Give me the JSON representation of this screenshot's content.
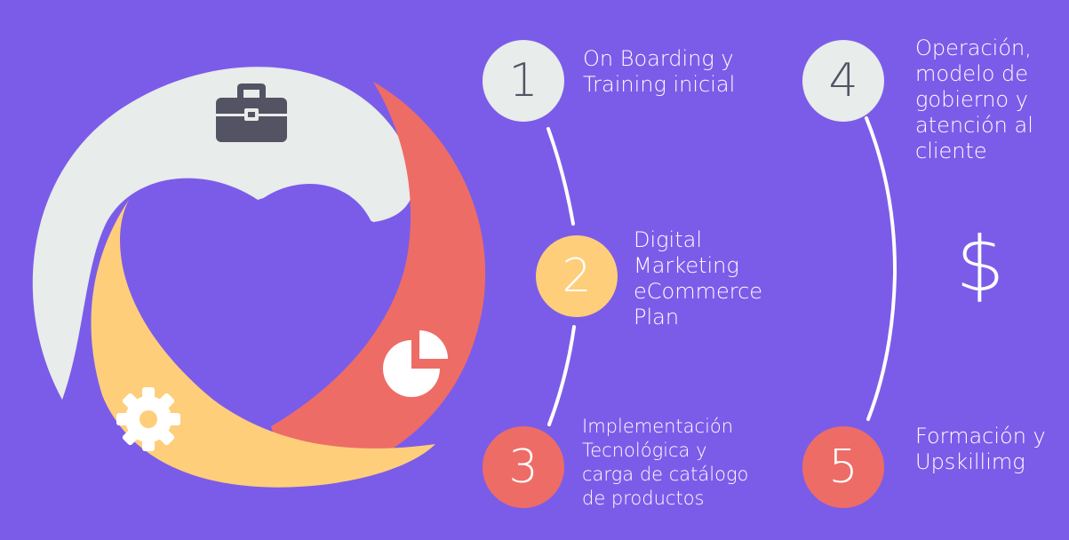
{
  "colors": {
    "background": "#7b5ce9",
    "grey": "#e8ecea",
    "yellow": "#fece7b",
    "red": "#ee6c66",
    "dark_icon": "#545364",
    "white": "#ffffff"
  },
  "icons": {
    "briefcase": "briefcase-icon",
    "pie_chart": "pie-chart-icon",
    "gear": "gear-icon",
    "dollar": "dollar-icon"
  },
  "dollar_symbol": "$",
  "steps": [
    {
      "number": "1",
      "label": "On Boarding y\nTraining inicial",
      "color": "#e8ecea"
    },
    {
      "number": "2",
      "label": "Digital\nMarketing\neCommerce\nPlan",
      "color": "#fece7b"
    },
    {
      "number": "3",
      "label": "Implementación\nTecnológica y\ncarga de catálogo\nde productos",
      "color": "#ee6c66"
    },
    {
      "number": "4",
      "label": "Operación,\nmodelo de\ngobierno y\natención al\ncliente",
      "color": "#e8ecea"
    },
    {
      "number": "5",
      "label": "Formación y\nUpskillimg",
      "color": "#ee6c66"
    }
  ]
}
